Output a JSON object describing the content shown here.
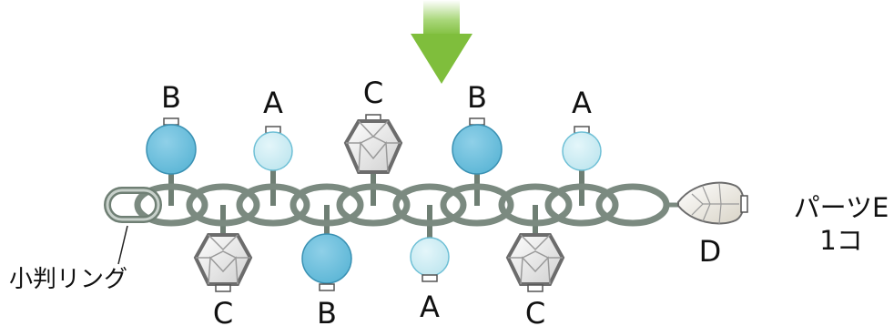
{
  "colors": {
    "chain": "#7b8a80",
    "pin": "#6f7f74",
    "bead_B": "#71c2df",
    "bead_A": "#c9ebf3",
    "crystal": "#6c6c6c",
    "arrow": "#7fbe3c"
  },
  "beads_top": [
    "B",
    "A",
    "C",
    "B",
    "A"
  ],
  "beads_bottom": [
    "C",
    "B",
    "A",
    "C"
  ],
  "labels": {
    "ring": "小判リング",
    "drop": "D",
    "part_e_line1": "パーツE",
    "part_e_line2": "1コ"
  }
}
